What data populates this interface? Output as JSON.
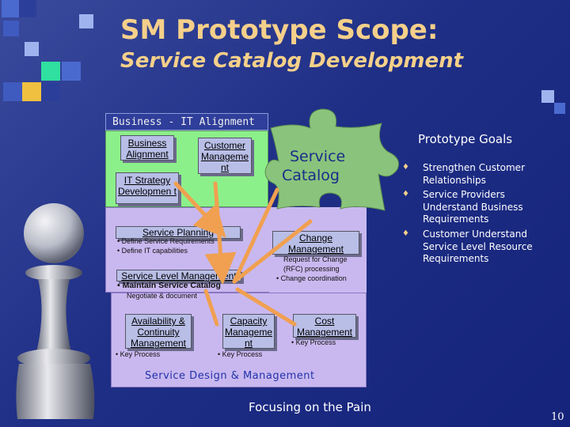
{
  "slide": {
    "title": "SM Prototype Scope:",
    "subtitle": "Service Catalog Development",
    "page_number": "10",
    "footer": "Focusing on the Pain"
  },
  "business_it": {
    "header": "Business - IT Alignment",
    "business_alignment": "Business Alignment",
    "customer_management": "Customer Manageme nt",
    "it_strategy": "IT Strategy Developmen t"
  },
  "service_catalog": {
    "label_line1": "Service",
    "label_line2": "Catalog"
  },
  "service_planning": {
    "title": "Service Planning",
    "items": [
      "• Define Service Requirements",
      "• Define IT capabilities"
    ]
  },
  "service_level": {
    "title": "Service Level Management",
    "item1": "• Maintain Service Catalog",
    "item2": "Negotiate & document"
  },
  "change_mgmt": {
    "title": "Change Management",
    "item1": "Request for Change",
    "item2": "(RFC) processing",
    "item3": "• Change coordination"
  },
  "availability": {
    "title": "Availability & Continuity Management",
    "item": "• Key Process"
  },
  "capacity": {
    "title": "Capacity Manageme nt",
    "item": "• Key Process"
  },
  "cost": {
    "title": "Cost Management",
    "item": "• Key Process"
  },
  "design": {
    "title": "Service Design & Management"
  },
  "goals": {
    "title": "Prototype Goals",
    "items": [
      "Strengthen Customer Relationships",
      "Service Providers Understand Business Requirements",
      "Customer Understand Service Level Resource Requirements"
    ]
  },
  "colors": {
    "background": "#1f2f86",
    "title": "#f5d08a",
    "green_panel": "#8cf08a",
    "lavender_panel": "#c9b8ef",
    "puzzle": "#8ac47c",
    "arrow": "#f0a050"
  }
}
